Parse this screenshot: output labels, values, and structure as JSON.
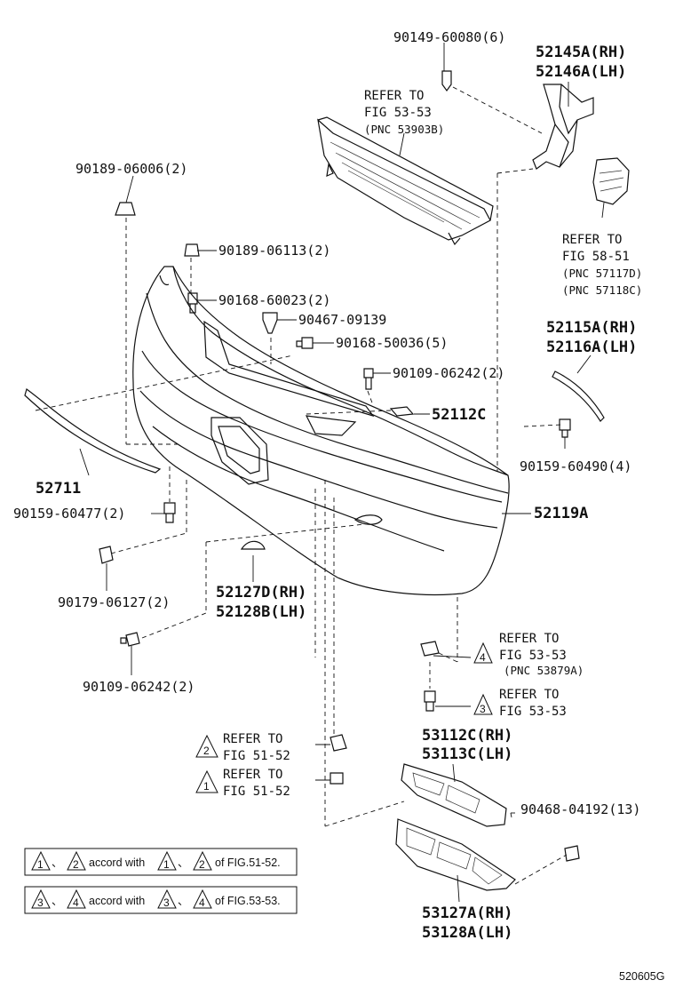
{
  "labels": {
    "clip_90149": "90149-60080(6)",
    "bracket_rh": "52145A(RH)",
    "bracket_lh": "52146A(LH)",
    "refer1_a": "REFER TO",
    "refer1_b": "FIG 53-53",
    "refer1_c": "(PNC 53903B)",
    "clip_90189_a": "90189-06006(2)",
    "clip_90189_b": "90189-06113(2)",
    "screw_90168_a": "90168-60023(2)",
    "clip_90467": "90467-09139",
    "screw_90168_b": "90168-50036(5)",
    "screw_90109_a": "90109-06242(2)",
    "refer2_a": "REFER TO",
    "refer2_b": "FIG 58-51",
    "refer2_c": "(PNC 57117D)",
    "refer2_d": "(PNC 57118C)",
    "molding_rh": "52115A(RH)",
    "molding_lh": "52116A(LH)",
    "part_52112c": "52112C",
    "screw_90159_a": "90159-60490(4)",
    "part_52711": "52711",
    "screw_90159_b": "90159-60477(2)",
    "bumper_cover": "52119A",
    "nut_90179": "90179-06127(2)",
    "cap_rh": "52127D(RH)",
    "cap_lh": "52128B(LH)",
    "screw_90109_b": "90109-06242(2)",
    "refer4_a": "REFER TO",
    "refer4_b": "FIG 53-53",
    "refer4_c": "(PNC 53879A)",
    "refer3_a": "REFER TO",
    "refer3_b": "FIG 53-53",
    "refer_t2_a": "REFER TO",
    "refer_t2_b": "FIG 51-52",
    "refer_t1_a": "REFER TO",
    "refer_t1_b": "FIG 51-52",
    "grille_upper_rh": "53112C(RH)",
    "grille_upper_lh": "53113C(LH)",
    "clip_90468": "90468-04192(13)",
    "grille_lower_rh": "53127A(RH)",
    "grille_lower_lh": "53128A(LH)",
    "note1_mid": "accord with",
    "note1_end": "of FIG.51-52.",
    "note2_mid": "accord with",
    "note2_end": "of FIG.53-53.",
    "sep": "、",
    "diagram_code": "520605G"
  },
  "triangles": {
    "t1": "1",
    "t2": "2",
    "t3": "3",
    "t4": "4"
  }
}
